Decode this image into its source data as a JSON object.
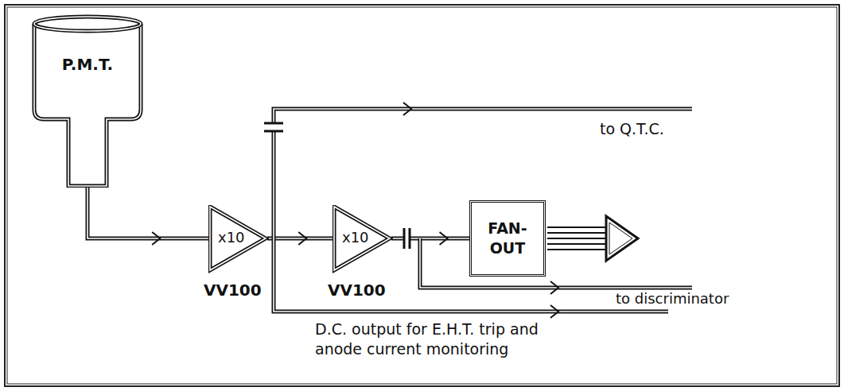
{
  "diagram": {
    "nodes": [
      {
        "text": [
          "P.M.T."
        ]
      },
      {
        "text": [
          "x10",
          "VV100"
        ]
      },
      {
        "text": [
          "x10",
          "VV100"
        ]
      },
      {
        "text": [
          "FAN- OUT"
        ]
      }
    ],
    "edges": [
      {
        "from": 0,
        "to": 1,
        "arrow": "to"
      },
      {
        "from": 1,
        "to": 2,
        "arrow": "to"
      },
      {
        "from": 2,
        "to": 3,
        "arrow": "to"
      }
    ],
    "labels": [
      "to Q.T.C.",
      "to discriminator",
      "D.C. output for E.H.T. trip and anode current monitoring"
    ]
  }
}
